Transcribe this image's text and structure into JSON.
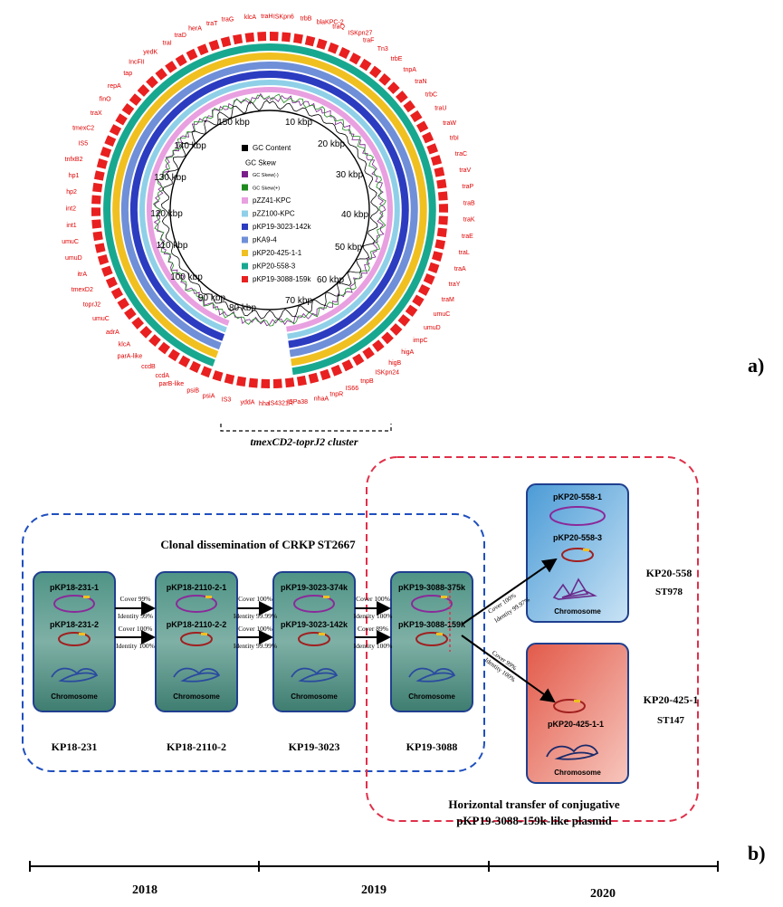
{
  "panel_a": {
    "label": "a)",
    "ticks": [
      "150 kbp",
      "10 kbp",
      "20 kbp",
      "30 kbp",
      "40 kbp",
      "50 kbp",
      "60 kbp",
      "70 kbp",
      "80 kbp",
      "90 kbp",
      "100 kbp",
      "110 kbp",
      "120 kbp",
      "130 kbp",
      "140 kbp"
    ],
    "legend": [
      {
        "label": "GC Content",
        "color": "#000000",
        "kind": "box"
      },
      {
        "label": "GC Skew",
        "color": "",
        "kind": "header"
      },
      {
        "label": "GC Skew(-)",
        "color": "#7a1f8a",
        "kind": "small"
      },
      {
        "label": "GC Skew(+)",
        "color": "#1e8a1e",
        "kind": "small"
      },
      {
        "label": "pZZ41-KPC",
        "color": "#e8a0e0",
        "kind": "box"
      },
      {
        "label": "pZZ100-KPC",
        "color": "#8fd0e8",
        "kind": "box"
      },
      {
        "label": "pKP19-3023-142k",
        "color": "#2c3cc0",
        "kind": "box"
      },
      {
        "label": "pKA9-4",
        "color": "#6f8fd8",
        "kind": "box"
      },
      {
        "label": "pKP20-425-1-1",
        "color": "#f0c020",
        "kind": "box"
      },
      {
        "label": "pKP20-558-3",
        "color": "#18a890",
        "kind": "box"
      },
      {
        "label": "pKP19-3088-159k",
        "color": "#e82020",
        "kind": "box"
      }
    ],
    "genes": [
      "traX",
      "finO",
      "repA",
      "tap",
      "IncFII",
      "yedK",
      "traI",
      "traD",
      "herA",
      "traT",
      "traG",
      "klcA",
      "traH",
      "ISKpn6",
      "trbB",
      "blaKPC-2",
      "traQ",
      "ISKpn27",
      "traF",
      "Tn3",
      "trbE",
      "tnpA",
      "traN",
      "trbC",
      "traU",
      "traW",
      "trbI",
      "traC",
      "traV",
      "traP",
      "traB",
      "traK",
      "traE",
      "traL",
      "traA",
      "traY",
      "traM",
      "umuC",
      "umuD",
      "impC",
      "higA",
      "higB",
      "ISKpn24",
      "tnpB",
      "IS66",
      "tnpR",
      "nhaA",
      "ISPa38",
      "IS4321R",
      "hha",
      "yddA",
      "IS3",
      "psiA",
      "psiB",
      "parB-like",
      "ccdA",
      "ccdB",
      "parA-like",
      "klcA",
      "adrA",
      "umuC",
      "toprJ2",
      "tmexD2",
      "itrA",
      "umuD",
      "umuC",
      "int1",
      "int2",
      "hp2",
      "hp1",
      "tnfxB2",
      "IS5",
      "tmexC2"
    ],
    "cluster_label": "tmexCD2-toprJ2 cluster"
  },
  "panel_b": {
    "label": "b)",
    "clonal_title": "Clonal dissemination of  CRKP ST2667",
    "hgt_title_1": "Horizontal transfer of conjugative",
    "hgt_title_2": "pKP19-3088-159k-like plasmid",
    "chromosome": "Chromosome",
    "isolates": [
      {
        "name": "KP18-231",
        "p1": "pKP18-231-1",
        "p2": "pKP18-231-2"
      },
      {
        "name": "KP18-2110-2",
        "p1": "pKP18-2110-2-1",
        "p2": "pKP18-2110-2-2"
      },
      {
        "name": "KP19-3023",
        "p1": "pKP19-3023-374k",
        "p2": "pKP19-3023-142k"
      },
      {
        "name": "KP19-3088",
        "p1": "pKP19-3088-375k",
        "p2": "pKP19-3088-159k"
      }
    ],
    "arrows": [
      {
        "top1": "Cover 99%",
        "top2": "Identity 99%",
        "bot1": "Cover 100%",
        "bot2": "Identity 100%"
      },
      {
        "top1": "Cover 100%",
        "top2": "Identity 99.99%",
        "bot1": "Cover 100%",
        "bot2": "Identity 99.99%"
      },
      {
        "top1": "Cover 100%",
        "top2": "Identity 100%",
        "bot1": "Cover 89%",
        "bot2": "Identity 100%"
      }
    ],
    "up_arrow": {
      "l1": "Cover 100%",
      "l2": "Identity 99.97%"
    },
    "down_arrow": {
      "l1": "Cover 99%",
      "l2": "Identity 100%"
    },
    "kp558": {
      "name": "KP20-558",
      "st": "ST978",
      "p1": "pKP20-558-1",
      "p2": "pKP20-558-3"
    },
    "kp425": {
      "name": "KP20-425-1",
      "st": "ST147",
      "p1": "pKP20-425-1-1"
    },
    "years": [
      "2018",
      "2019",
      "2020"
    ]
  },
  "colors": {
    "blue_dash": "#1f4fbf",
    "red_dash": "#e0304a",
    "panel_green": "#4a8a7e",
    "panel_blue": "#5aa6d8",
    "panel_red": "#e06a5a",
    "ring_red": "#e82020"
  }
}
